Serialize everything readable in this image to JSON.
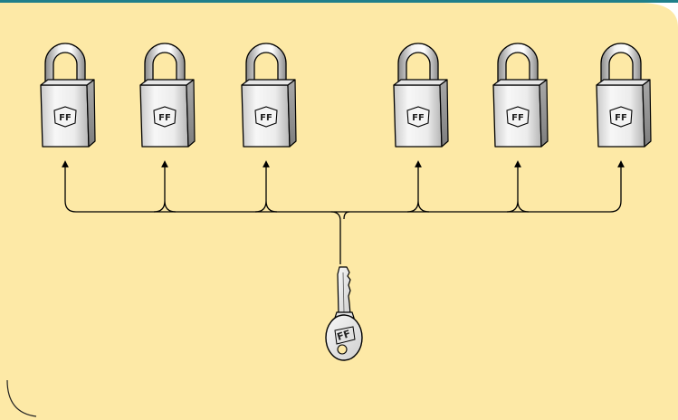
{
  "diagram": {
    "colors": {
      "panel_fill": "#fde9a6",
      "top_bar": "#1f7f8a",
      "outline": "#000000",
      "metal_light": "#f4f4f4",
      "metal_mid": "#d9d9d9",
      "metal_dark": "#9a9a9a"
    },
    "locks": [
      {
        "id": "lock-1",
        "brand_mark": "FF"
      },
      {
        "id": "lock-2",
        "brand_mark": "FF"
      },
      {
        "id": "lock-3",
        "brand_mark": "FF"
      },
      {
        "id": "lock-4",
        "brand_mark": "FF"
      },
      {
        "id": "lock-5",
        "brand_mark": "FF"
      },
      {
        "id": "lock-6",
        "brand_mark": "FF"
      }
    ],
    "key": {
      "brand_mark": "FF"
    }
  }
}
